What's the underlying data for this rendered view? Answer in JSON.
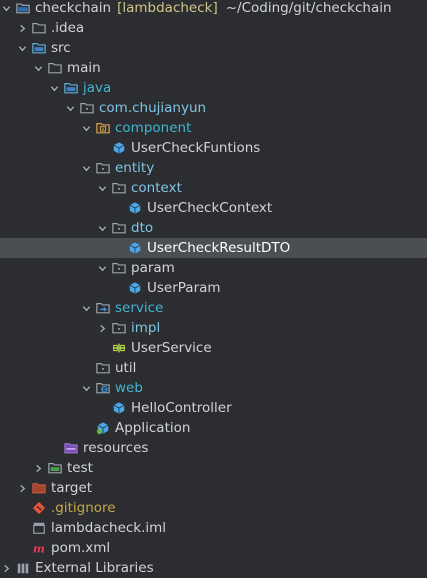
{
  "colors": {
    "background": "#2b2d30",
    "selected_row": "#4b4e52",
    "text_default": "#d2d4d8",
    "text_source": "#41b4d2",
    "text_package": "#7ec5e4",
    "text_git_untracked": "#c8a84c",
    "text_dim": "#a9aeb5",
    "branch": "#cfc68a"
  },
  "root": {
    "name": "checkchain",
    "branch": "[lambdacheck]",
    "path": "~/Coding/git/checkchain"
  },
  "items": [
    {
      "label": ".idea",
      "icon": "folder-icon"
    },
    {
      "label": "src",
      "icon": "source-folder-icon"
    },
    {
      "label": "main",
      "icon": "folder-icon"
    },
    {
      "label": "java",
      "icon": "source-folder-icon"
    },
    {
      "label": "com.chujianyun",
      "icon": "package-icon"
    },
    {
      "label": "component",
      "icon": "component-package-icon"
    },
    {
      "label": "UserCheckFuntions",
      "icon": "java-class-icon"
    },
    {
      "label": "entity",
      "icon": "package-icon"
    },
    {
      "label": "context",
      "icon": "package-icon"
    },
    {
      "label": "UserCheckContext",
      "icon": "java-class-icon"
    },
    {
      "label": "dto",
      "icon": "package-icon"
    },
    {
      "label": "UserCheckResultDTO",
      "icon": "java-class-icon"
    },
    {
      "label": "param",
      "icon": "package-icon"
    },
    {
      "label": "UserParam",
      "icon": "java-class-icon"
    },
    {
      "label": "service",
      "icon": "service-package-icon"
    },
    {
      "label": "impl",
      "icon": "package-icon"
    },
    {
      "label": "UserService",
      "icon": "spring-bean-icon"
    },
    {
      "label": "util",
      "icon": "package-icon"
    },
    {
      "label": "web",
      "icon": "web-package-icon"
    },
    {
      "label": "HelloController",
      "icon": "java-class-icon"
    },
    {
      "label": "Application",
      "icon": "spring-boot-class-icon"
    },
    {
      "label": "resources",
      "icon": "resources-folder-icon"
    },
    {
      "label": "test",
      "icon": "test-folder-icon"
    },
    {
      "label": "target",
      "icon": "excluded-folder-icon"
    },
    {
      "label": ".gitignore",
      "icon": "gitignore-icon"
    },
    {
      "label": "lambdacheck.iml",
      "icon": "iml-file-icon"
    },
    {
      "label": "pom.xml",
      "icon": "maven-icon"
    },
    {
      "label": "External Libraries",
      "icon": "libraries-icon"
    }
  ]
}
